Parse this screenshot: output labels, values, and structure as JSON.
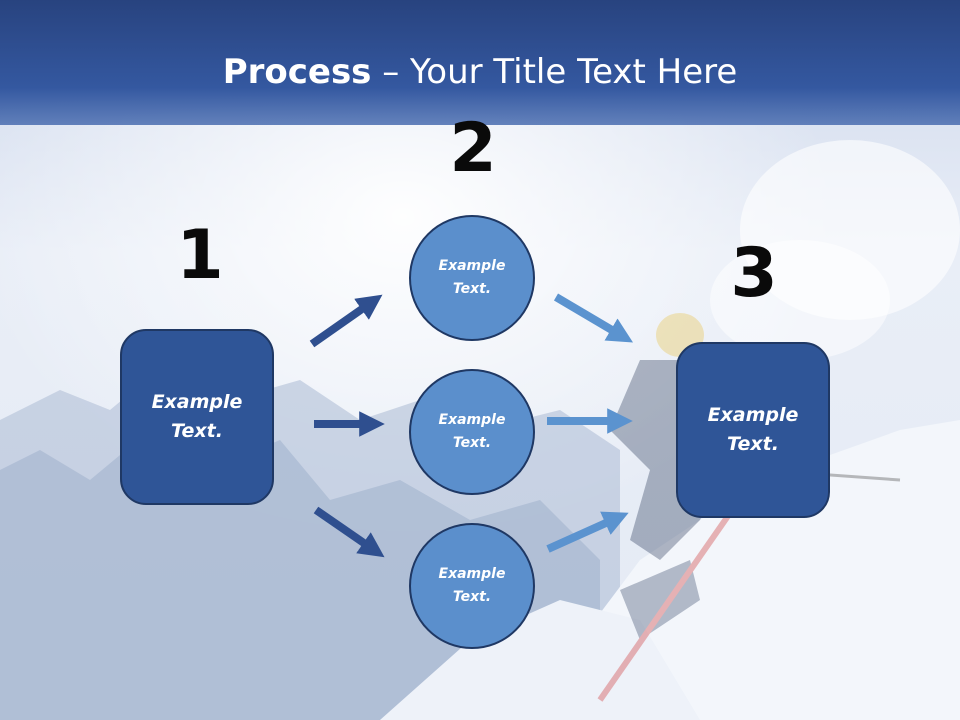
{
  "title": {
    "bold": "Process",
    "rest": " – Your Title Text Here"
  },
  "steps": {
    "one": "1",
    "two": "2",
    "three": "3"
  },
  "left_box": {
    "line1": "Example",
    "line2": "Text."
  },
  "right_box": {
    "line1": "Example",
    "line2": "Text."
  },
  "circles": [
    {
      "line1": "Example",
      "line2": "Text."
    },
    {
      "line1": "Example",
      "line2": "Text."
    },
    {
      "line1": "Example",
      "line2": "Text."
    }
  ],
  "colors": {
    "title_bar": "#2f4f8f",
    "box_fill": "#2f5597",
    "circle_fill": "#5b8fcc",
    "dark_arrow": "#2f4f8f",
    "light_arrow": "#5b93cf"
  },
  "background": "snowy-mountain-skier-photo"
}
